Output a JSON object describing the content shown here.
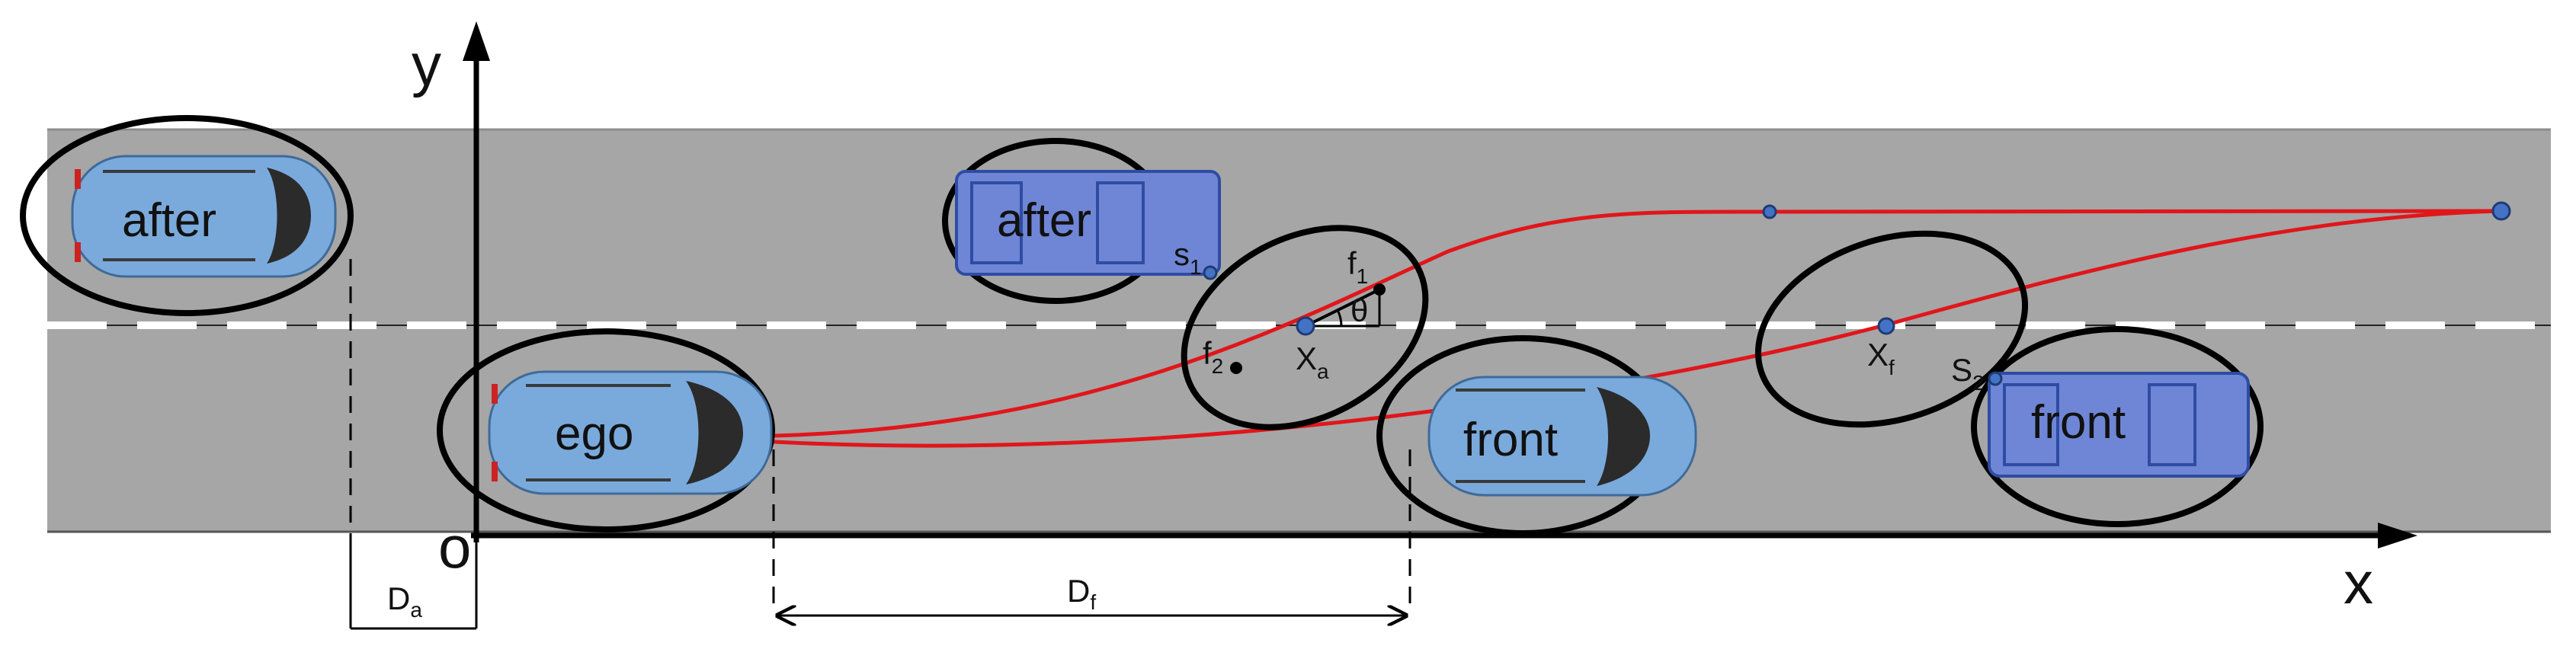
{
  "axes": {
    "x_label": "x",
    "y_label": "y",
    "origin_label": "o"
  },
  "vehicles": {
    "after_current": "after",
    "ego": "ego",
    "after_target": "after",
    "front_current": "front",
    "front_target": "front"
  },
  "points": {
    "s1_main": "s",
    "s1_sub": "1",
    "s2_main": "S",
    "s2_sub": "2",
    "f1_main": "f",
    "f1_sub": "1",
    "f2_main": "f",
    "f2_sub": "2",
    "theta": "θ",
    "xa_main": "X",
    "xa_sub": "a",
    "xf_main": "X",
    "xf_sub": "f"
  },
  "dimensions": {
    "da_main": "D",
    "da_sub": "a",
    "df_main": "D",
    "df_sub": "f"
  },
  "colors": {
    "road": "#a6a6a6",
    "lane_marking": "#ffffff",
    "trajectory": "#e0161b",
    "car_current_lane": "#7aaadc",
    "car_target_lane": "#6f86d6",
    "point": "#4472c4"
  }
}
